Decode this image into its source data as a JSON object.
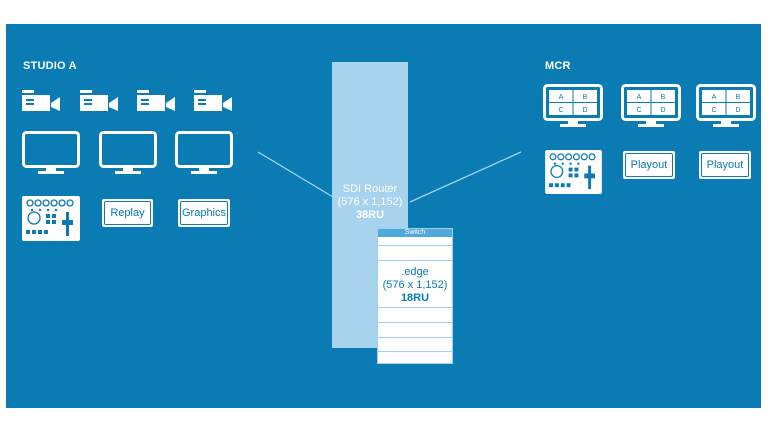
{
  "studio_a": {
    "title": "STUDIO A",
    "cameras": [
      "camera-icon",
      "camera-icon",
      "camera-icon",
      "camera-icon"
    ],
    "monitors": [
      "monitor-icon",
      "monitor-icon",
      "monitor-icon"
    ],
    "devices": {
      "panel_icon": "control-panel-icon",
      "replay_label": "Replay",
      "graphics_label": "Graphics"
    }
  },
  "router": {
    "name": "SDI Router",
    "size": "(576 x 1,152)",
    "ru": "38RU"
  },
  "edge": {
    "header": "Switch",
    "name": ".edge",
    "size": "(576 x 1,152)",
    "ru": "18RU"
  },
  "mcr": {
    "title": "MCR",
    "multiviewer_cells": [
      "A",
      "B",
      "C",
      "D"
    ],
    "multiviewers": [
      "multiviewer-icon",
      "multiviewer-icon",
      "multiviewer-icon"
    ],
    "devices": {
      "panel_icon": "control-panel-icon",
      "playout_label_1": "Playout",
      "playout_label_2": "Playout"
    }
  },
  "colors": {
    "background": "#0a7bb3",
    "router": "#a7d3ef",
    "edge_accent": "#4ea9dc",
    "icon": "#ffffff"
  }
}
